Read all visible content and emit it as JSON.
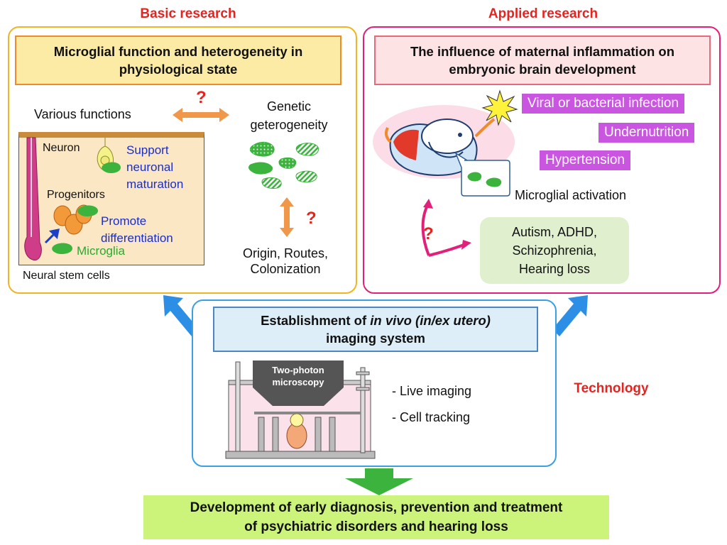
{
  "colors": {
    "label_red": "#e8231f",
    "basic_border": "#f0b521",
    "applied_border": "#e2207a",
    "tech_border": "#39a0e3",
    "risk_purple": "#c955e0",
    "outcome_green": "#ccf37a",
    "microglia_green": "#3bb33c",
    "arrow_blue": "#2d8ee6"
  },
  "basic": {
    "label": "Basic research",
    "title_line1": "Microglial function and heterogeneity in",
    "title_line2": "physiological state",
    "various_functions": "Various functions",
    "genetic_line1": "Genetic",
    "genetic_line2": "geterogeneity",
    "question_mark": "?",
    "origin_line1": "Origin, Routes,",
    "origin_line2": "Colonization",
    "neuron": "Neuron",
    "support_line1": "Support",
    "support_line2": "neuronal",
    "support_line3": "maturation",
    "progenitors": "Progenitors",
    "promote_line1": "Promote",
    "promote_line2": "differentiation",
    "microglia": "Microglia",
    "neural_stem_cells": "Neural stem cells"
  },
  "applied": {
    "label": "Applied research",
    "title_line1": "The influence of maternal inflammation on",
    "title_line2": "embryonic brain development",
    "risks": [
      "Viral or bacterial infection",
      "Undernutrition",
      "Hypertension"
    ],
    "microglial_activation": "Microglial activation",
    "question_mark": "?",
    "disorders": [
      "Autism, ADHD,",
      "Schizophrenia,",
      "Hearing loss"
    ]
  },
  "technology": {
    "label": "Technology",
    "title_prefix": "Establishment of ",
    "title_italic": "in vivo (in/ex utero)",
    "title_line2": "imaging system",
    "microscope_line1": "Two-photon",
    "microscope_line2": "microscopy",
    "bullets": [
      "- Live imaging",
      "- Cell tracking"
    ]
  },
  "outcome": {
    "line1": "Development of early diagnosis, prevention and treatment",
    "line2": "of psychiatric disorders and hearing loss"
  }
}
